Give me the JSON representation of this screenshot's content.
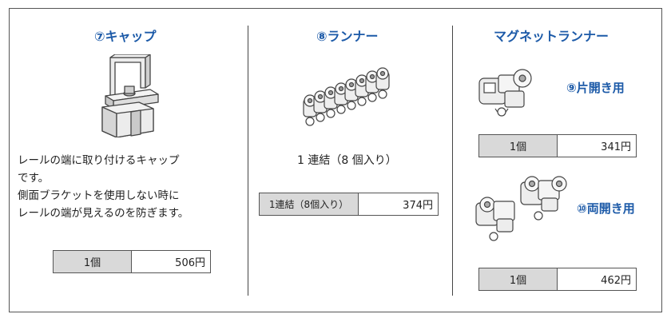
{
  "cap": {
    "title": "⑦キャップ",
    "desc_lines": [
      "レールの端に取り付けるキャップ",
      "です。",
      "側面ブラケットを使用しない時に",
      "レールの端が見えるのを防ぎます。"
    ],
    "price_label": "1個",
    "price": "506円"
  },
  "runner": {
    "title": "⑧ランナー",
    "caption": "1 連結（8 個入り）",
    "price_label": "1連結（8個入り）",
    "price": "374円"
  },
  "magnet": {
    "title": "マグネットランナー",
    "single": {
      "label": "⑨片開き用",
      "price_label": "1個",
      "price": "341円"
    },
    "double": {
      "label": "⑩両開き用",
      "price_label": "1個",
      "price": "462円"
    }
  }
}
